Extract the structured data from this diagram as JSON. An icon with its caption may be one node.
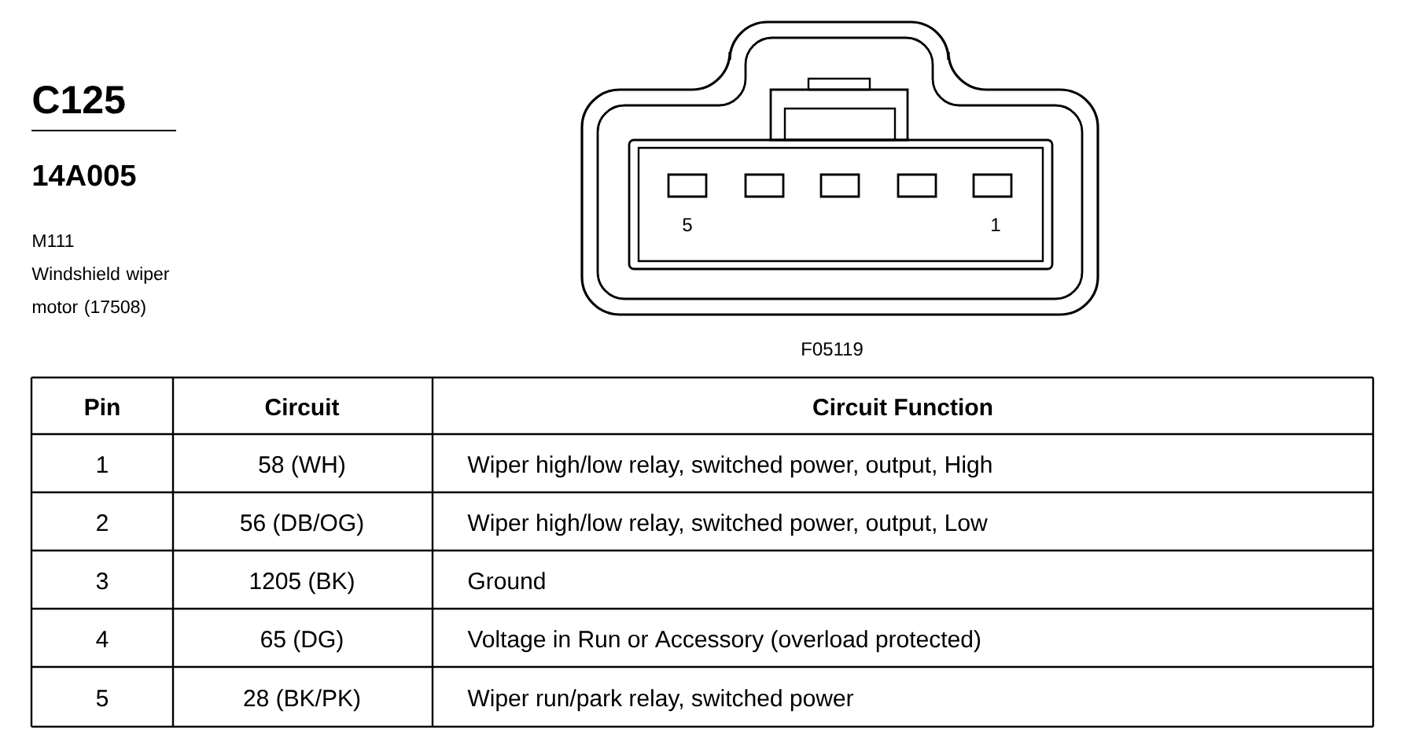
{
  "diagram": {
    "title": "C125",
    "labels": [
      "14A005",
      "M111",
      "Windshield wiper motor (17508)",
      "5",
      "1",
      "F05119",
      "Pin",
      "Circuit",
      "Circuit Function",
      "1",
      "58 (WH)",
      "Wiper high/low relay, switched power, output, High",
      "2",
      "56 (DB/OG)",
      "Wiper high/low relay, switched power, output, Low",
      "3",
      "1205 (BK)",
      "Ground",
      "4",
      "65 (DG)",
      "Voltage in Run or Accessory (overload protected)",
      "5",
      "28 (BK/PK)",
      "Wiper run/park relay, switched power"
    ]
  }
}
